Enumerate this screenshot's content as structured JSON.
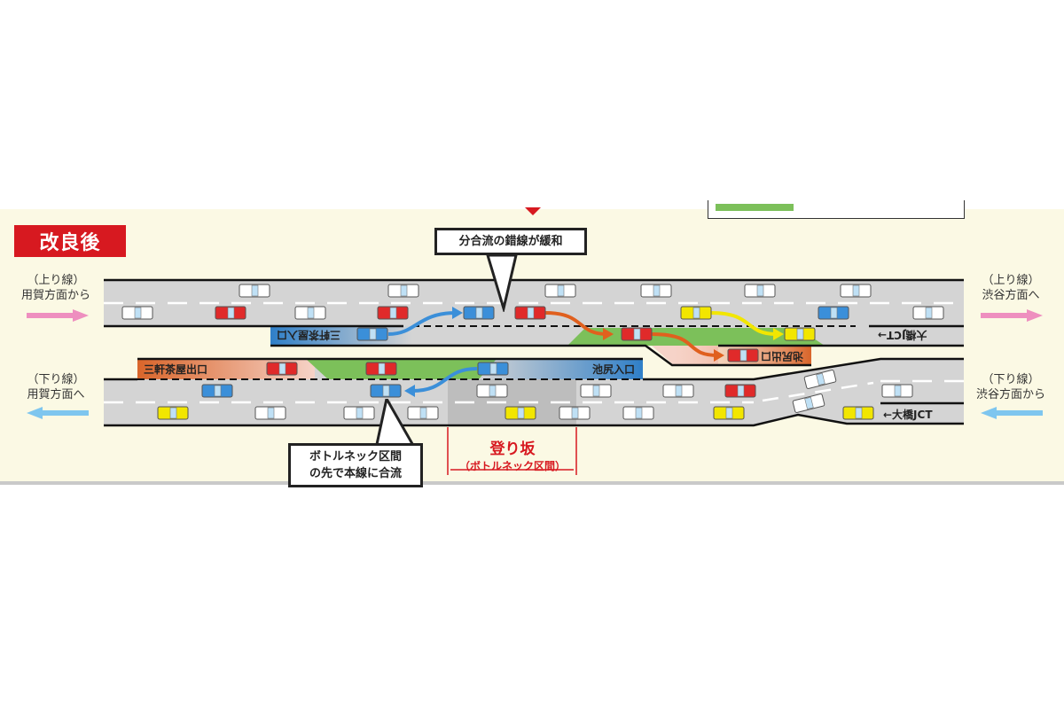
{
  "section_title": "改良後",
  "callouts": {
    "top": "分合流の錯線が緩和",
    "bottom_line1": "ボトルネック区間",
    "bottom_line2": "の先で本線に合流"
  },
  "directions": {
    "up_from_line": "（上り線）",
    "up_from_place": "用賀方面から",
    "up_to_line": "（上り線）",
    "up_to_place": "渋谷方面へ",
    "down_to_line": "（下り線）",
    "down_to_place": "用賀方面へ",
    "down_from_line": "（下り線）",
    "down_from_place": "渋谷方面から"
  },
  "ramps": {
    "sangenjaya_entrance": "三軒茶屋入口",
    "ikejiri_exit": "池尻出口",
    "ohashi_jct_up": "大橋JCT→",
    "sangenjaya_exit": "三軒茶屋出口",
    "ikejiri_entrance": "池尻入口",
    "ohashi_jct_down": "←大橋JCT"
  },
  "slope": {
    "label": "登り坂",
    "sub": "（ボトルネック区間）"
  },
  "colors": {
    "accent_red": "#d71920",
    "road": "#d4d4d4",
    "entrance_blue": "#2f7fc8",
    "exit_orange": "#d9652a",
    "weave_green": "#7cc05a",
    "up_arrow_pink": "#ee8fbf",
    "down_arrow_blue": "#7ec6ef"
  }
}
